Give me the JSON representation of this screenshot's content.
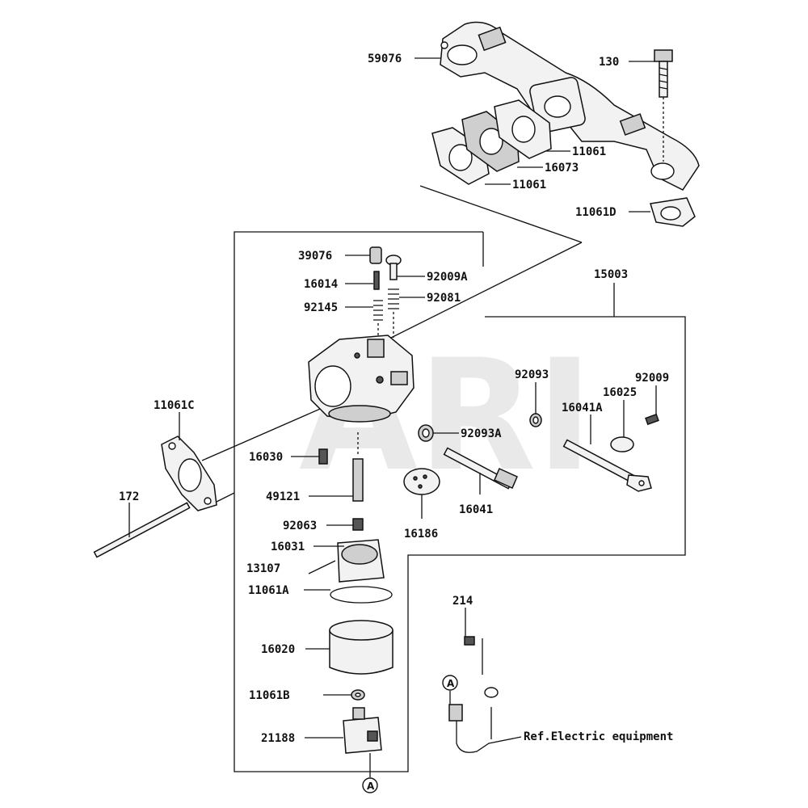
{
  "watermark": "ARI",
  "labels": {
    "l59076": "59076",
    "l130": "130",
    "l11061_a": "11061",
    "l16073": "16073",
    "l11061_b": "11061",
    "l11061D": "11061D",
    "l15003": "15003",
    "l39076": "39076",
    "l92009A": "92009A",
    "l16014": "16014",
    "l92081": "92081",
    "l92145": "92145",
    "l92093": "92093",
    "l92009": "92009",
    "l16025": "16025",
    "l16041A": "16041A",
    "l11061C": "11061C",
    "l92093A": "92093A",
    "l16030": "16030",
    "l172": "172",
    "l49121": "49121",
    "l16041": "16041",
    "l16186": "16186",
    "l92063": "92063",
    "l16031": "16031",
    "l13107": "13107",
    "l11061A": "11061A",
    "l214": "214",
    "l16020": "16020",
    "l11061B": "11061B",
    "l21188": "21188"
  },
  "reference_text": "Ref.Electric equipment",
  "callout_marker": "A"
}
